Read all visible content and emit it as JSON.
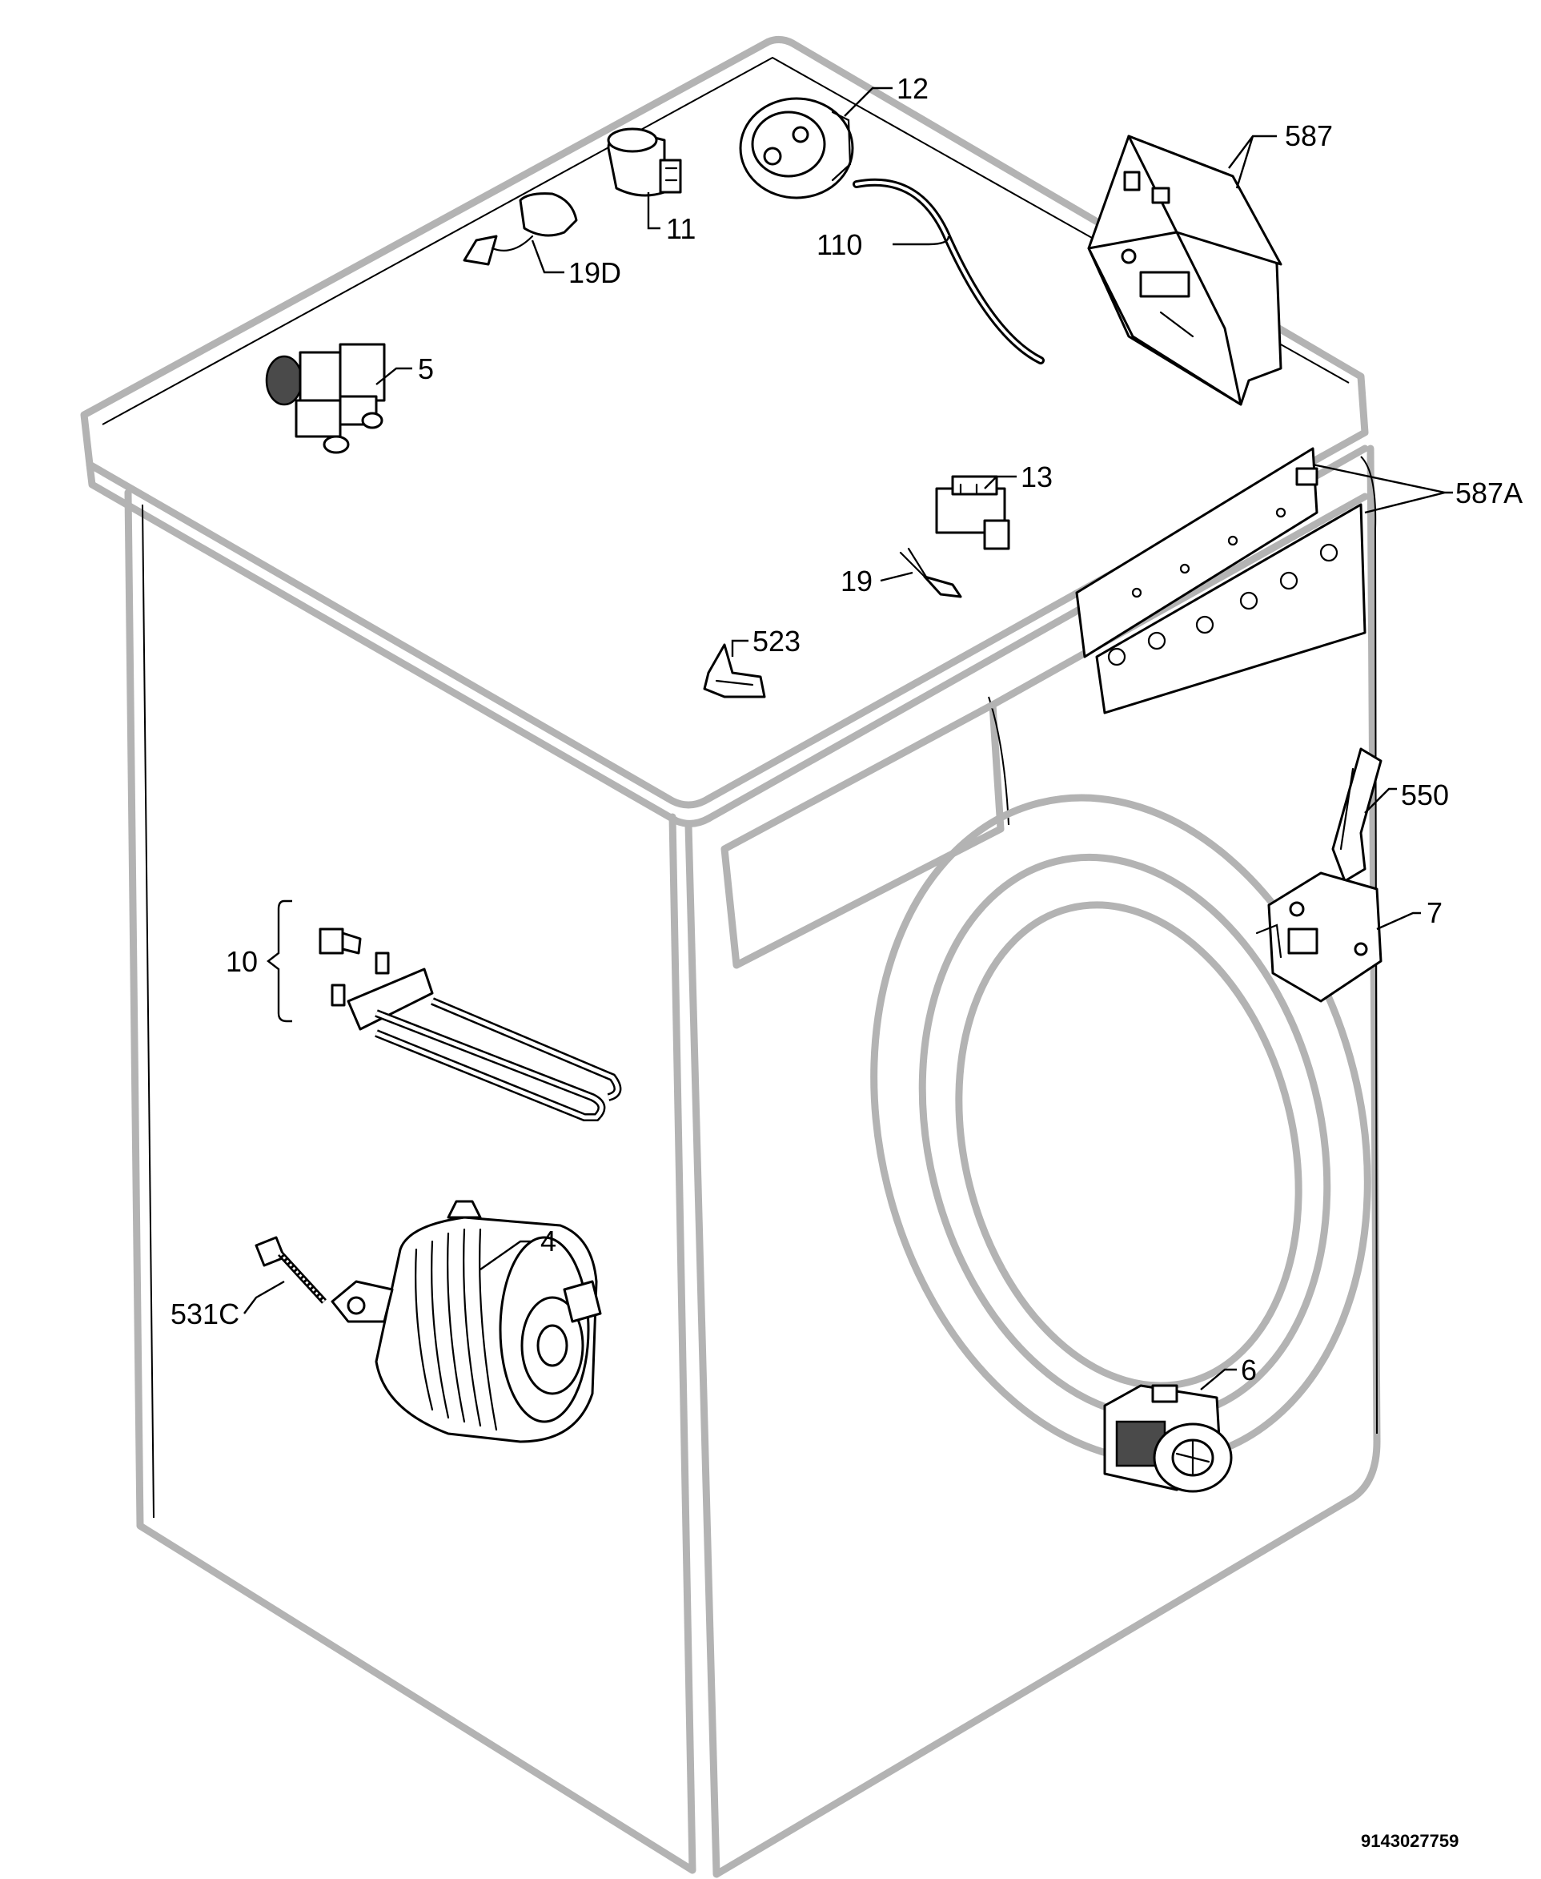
{
  "labels": {
    "p12": "12",
    "p587": "587",
    "p11": "11",
    "p110": "110",
    "p19D": "19D",
    "p5": "5",
    "p13": "13",
    "p587A": "587A",
    "p19": "19",
    "p523": "523",
    "p550": "550",
    "p7": "7",
    "p10": "10",
    "p4": "4",
    "p531C": "531C",
    "p6": "6"
  },
  "drawing_code": "9143027759",
  "colors": {
    "cabinet_outline": "#b3b3b3",
    "line": "#000000",
    "background": "#ffffff"
  }
}
